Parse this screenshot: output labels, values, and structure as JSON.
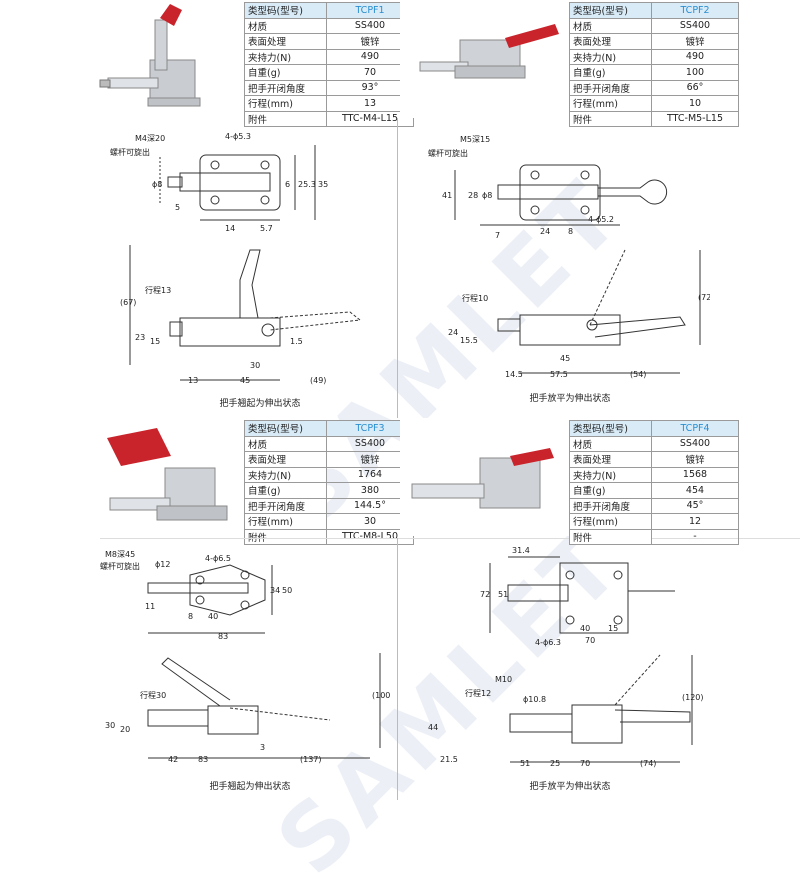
{
  "watermark": "SAMLET",
  "clamps": [
    {
      "specs": [
        {
          "k": "类型码(型号)",
          "v": "TCPF1"
        },
        {
          "k": "材质",
          "v": "SS400"
        },
        {
          "k": "表面处理",
          "v": "镀锌"
        },
        {
          "k": "夹持力(N)",
          "v": "490"
        },
        {
          "k": "自重(g)",
          "v": "70"
        },
        {
          "k": "把手开闭角度",
          "v": "93°"
        },
        {
          "k": "行程(mm)",
          "v": "13"
        },
        {
          "k": "附件",
          "v": "TTC-M4-L15"
        }
      ],
      "top_labels": {
        "thread": "M4深20",
        "rotate": "螺杆可旋出",
        "holes": "4-ϕ5.3",
        "d1": "ϕ8",
        "d2": "5",
        "d3": "14",
        "d4": "5.7",
        "d5": "6",
        "d6": "25.3",
        "d7": "35"
      },
      "side_labels": {
        "stroke": "行程13",
        "h1": "(67)",
        "h2": "23",
        "h3": "15",
        "h4": "1.5",
        "w1": "30",
        "w2": "13",
        "w3": "45",
        "w4": "(49)"
      },
      "caption": "把手翘起为伸出状态"
    },
    {
      "specs": [
        {
          "k": "类型码(型号)",
          "v": "TCPF2"
        },
        {
          "k": "材质",
          "v": "SS400"
        },
        {
          "k": "表面处理",
          "v": "镀锌"
        },
        {
          "k": "夹持力(N)",
          "v": "490"
        },
        {
          "k": "自重(g)",
          "v": "100"
        },
        {
          "k": "把手开闭角度",
          "v": "66°"
        },
        {
          "k": "行程(mm)",
          "v": "10"
        },
        {
          "k": "附件",
          "v": "TTC-M5-L15"
        }
      ],
      "top_labels": {
        "thread": "M5深15",
        "rotate": "螺杆可旋出",
        "holes": "4-ϕ5.2",
        "d1": "41",
        "d2": "28",
        "d3": "ϕ8",
        "d4": "7",
        "d5": "24",
        "d6": "8"
      },
      "side_labels": {
        "stroke": "行程10",
        "h1": "(72)",
        "h2": "24",
        "h3": "15.5",
        "w1": "45",
        "w2": "14.5",
        "w3": "57.5",
        "w4": "(54)"
      },
      "caption": "把手放平为伸出状态"
    },
    {
      "specs": [
        {
          "k": "类型码(型号)",
          "v": "TCPF3"
        },
        {
          "k": "材质",
          "v": "SS400"
        },
        {
          "k": "表面处理",
          "v": "镀锌"
        },
        {
          "k": "夹持力(N)",
          "v": "1764"
        },
        {
          "k": "自重(g)",
          "v": "380"
        },
        {
          "k": "把手开闭角度",
          "v": "144.5°"
        },
        {
          "k": "行程(mm)",
          "v": "30"
        },
        {
          "k": "附件",
          "v": "TTC-M8-L50"
        }
      ],
      "top_labels": {
        "thread": "M8深45",
        "rotate": "螺杆可旋出",
        "holes": "4-ϕ6.5",
        "d1": "ϕ12",
        "d2": "11",
        "d3": "8",
        "d4": "40",
        "d5": "83",
        "d6": "34",
        "d7": "50"
      },
      "side_labels": {
        "stroke": "行程30",
        "h1": "(100)",
        "h2": "30",
        "h3": "20",
        "h4": "3",
        "w1": "42",
        "w2": "83",
        "w3": "(137)"
      },
      "caption": "把手翘起为伸出状态"
    },
    {
      "specs": [
        {
          "k": "类型码(型号)",
          "v": "TCPF4"
        },
        {
          "k": "材质",
          "v": "SS400"
        },
        {
          "k": "表面处理",
          "v": "镀锌"
        },
        {
          "k": "夹持力(N)",
          "v": "1568"
        },
        {
          "k": "自重(g)",
          "v": "454"
        },
        {
          "k": "把手开闭角度",
          "v": "45°"
        },
        {
          "k": "行程(mm)",
          "v": "12"
        },
        {
          "k": "附件",
          "v": "-"
        }
      ],
      "top_labels": {
        "d1": "31.4",
        "d2": "72",
        "d3": "51",
        "holes": "4-ϕ6.3",
        "d4": "40",
        "d5": "15",
        "d6": "70"
      },
      "side_labels": {
        "thread": "M10",
        "dia": "ϕ10.8",
        "stroke": "行程12",
        "h1": "(120)",
        "h2": "44",
        "h3": "21.5",
        "w1": "51",
        "w2": "25",
        "w3": "70",
        "w4": "(74)"
      },
      "caption": "把手放平为伸出状态"
    }
  ]
}
